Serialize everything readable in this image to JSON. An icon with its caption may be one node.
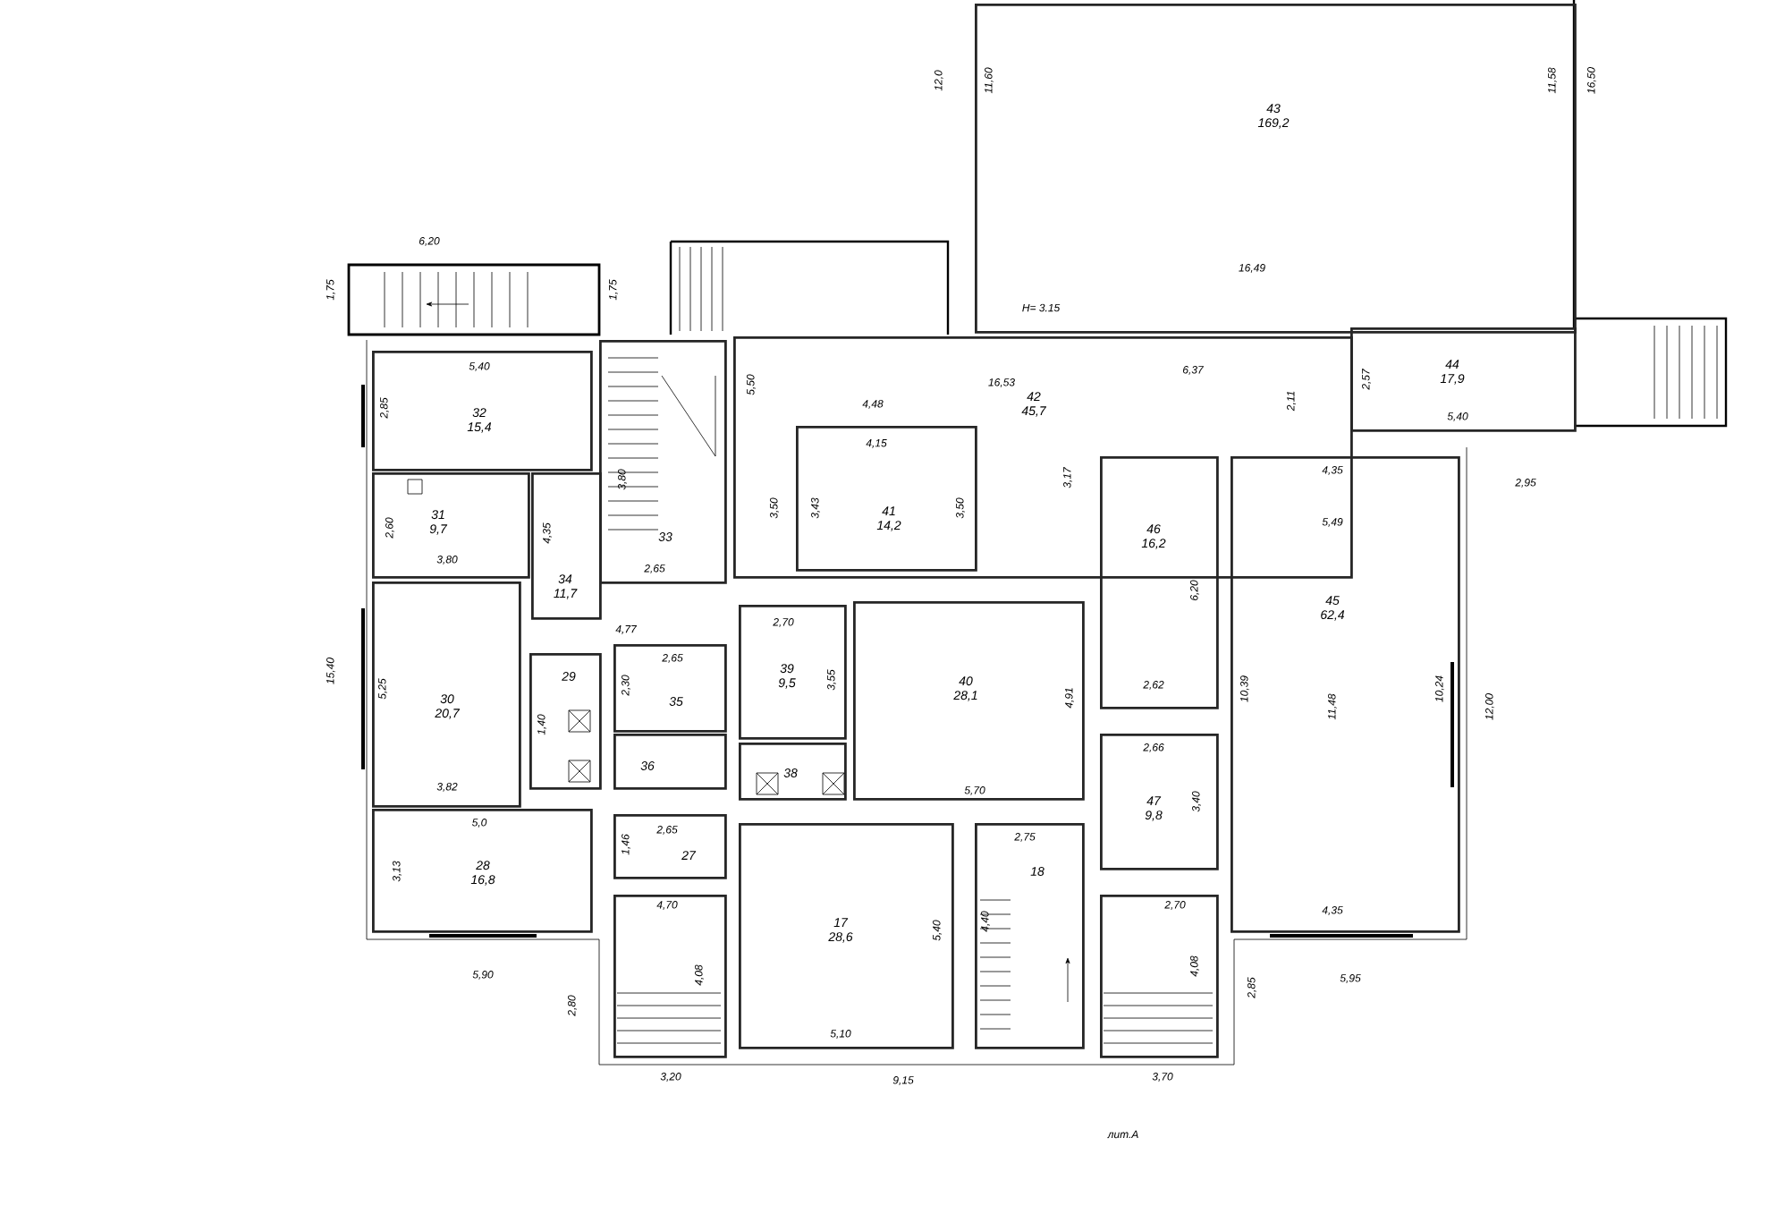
{
  "diagram": {
    "nodes": [
      {
        "text": [
          "43",
          "169,2"
        ]
      },
      {
        "text": [
          "42",
          "45,7"
        ]
      },
      {
        "text": [
          "41",
          "14,2"
        ],
        "in": 1
      },
      {
        "text": [
          "44",
          "17,9"
        ]
      },
      {
        "text": [
          "32",
          "15,4"
        ]
      },
      {
        "text": [
          "31",
          "9,7"
        ]
      },
      {
        "text": [
          "34",
          "11,7"
        ]
      },
      {
        "text": [
          "33"
        ]
      },
      {
        "text": [
          "30",
          "20,7"
        ]
      },
      {
        "text": [
          "29"
        ]
      },
      {
        "text": [
          "35"
        ]
      },
      {
        "text": [
          "36"
        ]
      },
      {
        "text": [
          "39",
          "9,5"
        ]
      },
      {
        "text": [
          "38"
        ]
      },
      {
        "text": [
          "40",
          "28,1"
        ]
      },
      {
        "text": [
          "46",
          "16,2"
        ]
      },
      {
        "text": [
          "45",
          "62,4"
        ]
      },
      {
        "text": [
          "47",
          "9,8"
        ]
      },
      {
        "text": [
          "28",
          "16,8"
        ]
      },
      {
        "text": [
          "27"
        ]
      },
      {
        "text": [],
        "shape": "box"
      },
      {
        "text": [
          "17",
          "28,6"
        ]
      },
      {
        "text": [
          "18"
        ]
      },
      {
        "text": [],
        "shape": "box"
      }
    ],
    "labels": [
      "12,0",
      "11,60",
      "11,58",
      "16,50",
      "16,49",
      "6,20",
      "1,75",
      "1,75",
      "Н= 3.15",
      "6,37",
      "16,53",
      "4,48",
      "2,11",
      "2,57",
      "5,40",
      "5,40",
      "2,85",
      "5,50",
      "4,15",
      "3,43",
      "3,50",
      "3,50",
      "3,17",
      "3,80",
      "2,60",
      "3,80",
      "4,35",
      "2,65",
      "4,35",
      "2,95",
      "5,49",
      "6,20",
      "4,77",
      "2,70",
      "2,30",
      "2,65",
      "3,55",
      "15,40",
      "5,25",
      "1,40",
      "4,91",
      "2,62",
      "10,39",
      "11,48",
      "10,24",
      "12,00",
      "3,82",
      "5,70",
      "2,66",
      "3,40",
      "5,0",
      "2,65",
      "1,46",
      "2,75",
      "3,13",
      "4,70",
      "5,40",
      "4,40",
      "2,70",
      "4,08",
      "4,08",
      "4,35",
      "5,90",
      "5,10",
      "2,80",
      "2,85",
      "5,95",
      "3,20",
      "9,15",
      "3,70",
      "лит.А"
    ]
  }
}
